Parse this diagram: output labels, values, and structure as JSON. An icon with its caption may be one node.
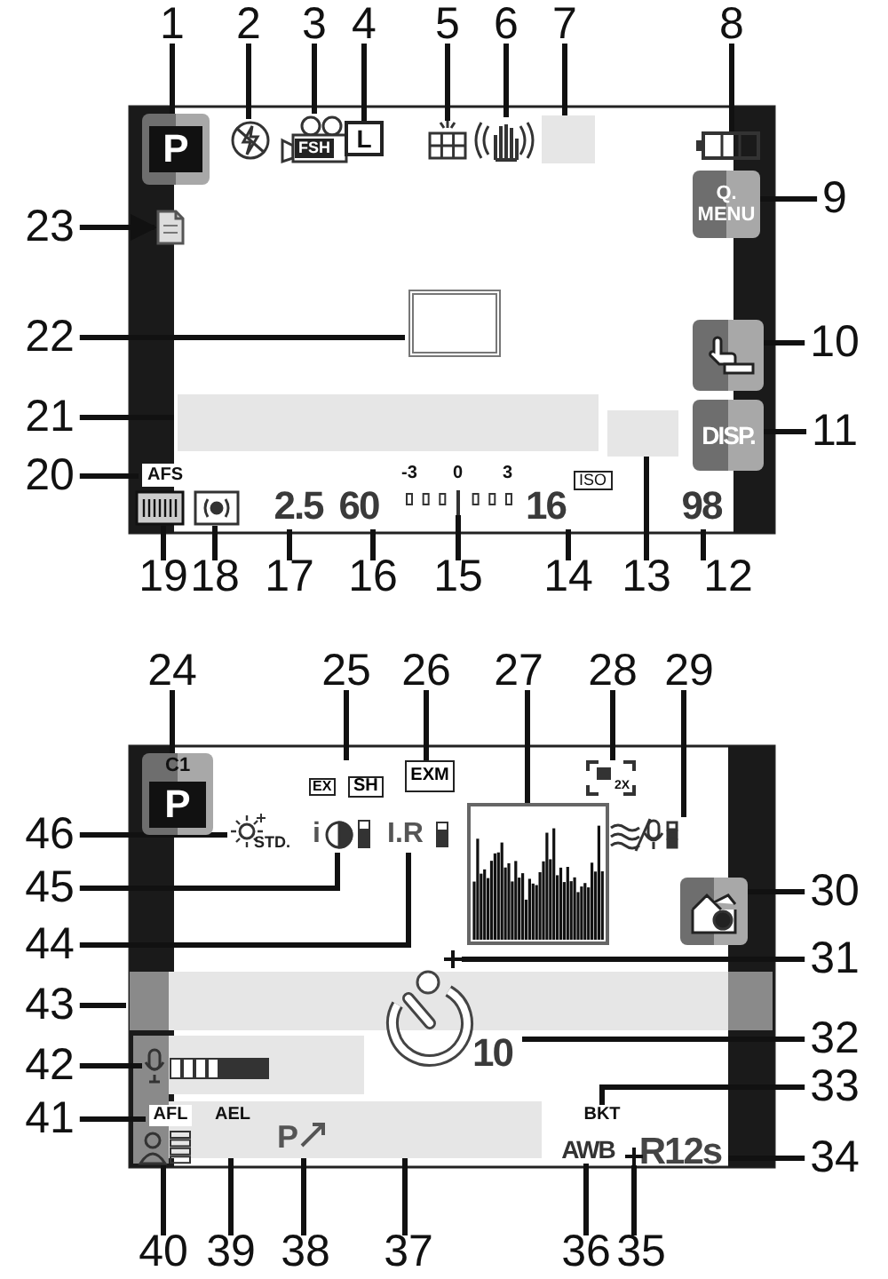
{
  "diagram": {
    "nodes": [
      {
        "text": [
          "1"
        ]
      },
      {
        "text": [
          "2"
        ]
      },
      {
        "text": [
          "3"
        ]
      },
      {
        "text": [
          "4"
        ]
      },
      {
        "text": [
          "5"
        ]
      },
      {
        "text": [
          "6"
        ]
      },
      {
        "text": [
          "7"
        ]
      },
      {
        "text": [
          "8"
        ]
      },
      {
        "text": [
          "9"
        ]
      },
      {
        "text": [
          "10"
        ]
      },
      {
        "text": [
          "11"
        ]
      },
      {
        "text": [
          "12"
        ]
      },
      {
        "text": [
          "13"
        ]
      },
      {
        "text": [
          "14"
        ]
      },
      {
        "text": [
          "15"
        ]
      },
      {
        "text": [
          "16"
        ]
      },
      {
        "text": [
          "17"
        ]
      },
      {
        "text": [
          "18"
        ]
      },
      {
        "text": [
          "19"
        ]
      },
      {
        "text": [
          "20"
        ]
      },
      {
        "text": [
          "21"
        ]
      },
      {
        "text": [
          "22"
        ]
      },
      {
        "text": [
          "23"
        ]
      },
      {
        "text": [
          "24"
        ]
      },
      {
        "text": [
          "25"
        ]
      },
      {
        "text": [
          "26"
        ]
      },
      {
        "text": [
          "27"
        ]
      },
      {
        "text": [
          "28"
        ]
      },
      {
        "text": [
          "29"
        ]
      },
      {
        "text": [
          "30"
        ]
      },
      {
        "text": [
          "31"
        ]
      },
      {
        "text": [
          "32"
        ]
      },
      {
        "text": [
          "33"
        ]
      },
      {
        "text": [
          "34"
        ]
      },
      {
        "text": [
          "35"
        ]
      },
      {
        "text": [
          "36"
        ]
      },
      {
        "text": [
          "37"
        ]
      },
      {
        "text": [
          "38"
        ]
      },
      {
        "text": [
          "39"
        ]
      },
      {
        "text": [
          "40"
        ]
      },
      {
        "text": [
          "41"
        ]
      },
      {
        "text": [
          "42"
        ]
      },
      {
        "text": [
          "43"
        ]
      },
      {
        "text": [
          "44"
        ]
      },
      {
        "text": [
          "45"
        ]
      },
      {
        "text": [
          "46"
        ]
      },
      {
        "text": [
          "P"
        ]
      },
      {
        "text": [],
        "shape": "icon"
      },
      {
        "text": [
          "FSH"
        ]
      },
      {
        "text": [
          "L"
        ]
      },
      {
        "text": [],
        "shape": "grid"
      },
      {
        "text": [],
        "shape": "icon"
      },
      {
        "text": [],
        "shape": "box"
      },
      {
        "text": [],
        "shape": "icon"
      },
      {
        "text": [
          "Q. MENU"
        ]
      },
      {
        "text": [],
        "shape": "icon"
      },
      {
        "text": [
          "DISP."
        ]
      },
      {
        "text": [
          "98"
        ]
      },
      {
        "text": [],
        "shape": "box"
      },
      {
        "text": [
          "16",
          "ISO"
        ]
      },
      {
        "text": [
          "-3",
          "0",
          "3"
        ]
      },
      {
        "text": [
          "60"
        ]
      },
      {
        "text": [
          "2.5"
        ]
      },
      {
        "text": [],
        "shape": "icon"
      },
      {
        "text": [],
        "shape": "icon"
      },
      {
        "text": [
          "AFS"
        ]
      },
      {
        "text": [],
        "shape": "box"
      },
      {
        "text": [],
        "shape": "box"
      },
      {
        "text": [],
        "shape": "card"
      },
      {
        "text": [
          "C1",
          "P"
        ]
      },
      {
        "text": [
          "EX",
          "SH"
        ]
      },
      {
        "text": [
          "EXM"
        ]
      },
      {
        "text": [],
        "shape": "box"
      },
      {
        "text": [
          "2X"
        ]
      },
      {
        "text": [],
        "shape": "icon"
      },
      {
        "text": [],
        "shape": "icon"
      },
      {
        "text": [],
        "shape": "icon"
      },
      {
        "text": [
          "10"
        ]
      },
      {
        "text": [
          "BKT"
        ]
      },
      {
        "text": [
          "R12s"
        ]
      },
      {
        "text": [],
        "shape": "icon"
      },
      {
        "text": [
          "AWB"
        ]
      },
      {
        "text": [],
        "shape": "box"
      },
      {
        "text": [
          "P"
        ],
        "in": 82
      },
      {
        "text": [
          "AEL"
        ],
        "in": 82
      },
      {
        "text": [],
        "shape": "icon"
      },
      {
        "text": [
          "AFL"
        ]
      },
      {
        "text": [],
        "shape": "icon"
      },
      {
        "text": [],
        "shape": "box"
      },
      {
        "text": [
          "I.R"
        ]
      },
      {
        "text": [
          "i"
        ]
      },
      {
        "text": [
          "STD."
        ]
      }
    ],
    "edges": [
      {
        "from": 0,
        "to": 46,
        "arrow": "none"
      },
      {
        "from": 1,
        "to": 47,
        "arrow": "none"
      },
      {
        "from": 2,
        "to": 48,
        "arrow": "none"
      },
      {
        "from": 3,
        "to": 49,
        "arrow": "none"
      },
      {
        "from": 4,
        "to": 50,
        "arrow": "none"
      },
      {
        "from": 5,
        "to": 51,
        "arrow": "none"
      },
      {
        "from": 6,
        "to": 52,
        "arrow": "none"
      },
      {
        "from": 7,
        "to": 53,
        "arrow": "none"
      },
      {
        "from": 8,
        "to": 54,
        "arrow": "none"
      },
      {
        "from": 9,
        "to": 55,
        "arrow": "none"
      },
      {
        "from": 10,
        "to": 56,
        "arrow": "none"
      },
      {
        "from": 11,
        "to": 57,
        "arrow": "none"
      },
      {
        "from": 12,
        "to": 58,
        "arrow": "none"
      },
      {
        "from": 13,
        "to": 59,
        "arrow": "none"
      },
      {
        "from": 14,
        "to": 60,
        "arrow": "none"
      },
      {
        "from": 15,
        "to": 61,
        "arrow": "none"
      },
      {
        "from": 16,
        "to": 62,
        "arrow": "none"
      },
      {
        "from": 17,
        "to": 63,
        "arrow": "none"
      },
      {
        "from": 18,
        "to": 64,
        "arrow": "none"
      },
      {
        "from": 19,
        "to": 65,
        "arrow": "none"
      },
      {
        "from": 20,
        "to": 66,
        "arrow": "none"
      },
      {
        "from": 21,
        "to": 67,
        "arrow": "none"
      },
      {
        "from": 22,
        "to": 68,
        "arrow": "to"
      },
      {
        "from": 23,
        "to": 69,
        "arrow": "none"
      },
      {
        "from": 24,
        "to": 70,
        "arrow": "none"
      },
      {
        "from": 25,
        "to": 71,
        "arrow": "none"
      },
      {
        "from": 26,
        "to": 72,
        "arrow": "none"
      },
      {
        "from": 27,
        "to": 73,
        "arrow": "none"
      },
      {
        "from": 28,
        "to": 74,
        "arrow": "none"
      },
      {
        "from": 29,
        "to": 75,
        "arrow": "none"
      },
      {
        "from": 30,
        "to": 76,
        "arrow": "none"
      },
      {
        "from": 31,
        "to": 77,
        "arrow": "none"
      },
      {
        "from": 32,
        "to": 78,
        "arrow": "none"
      },
      {
        "from": 33,
        "to": 79,
        "arrow": "none"
      },
      {
        "from": 34,
        "to": 80,
        "arrow": "none"
      },
      {
        "from": 35,
        "to": 81,
        "arrow": "none"
      },
      {
        "from": 36,
        "to": 82,
        "arrow": "none"
      },
      {
        "from": 37,
        "to": 83,
        "arrow": "none"
      },
      {
        "from": 38,
        "to": 84,
        "arrow": "none"
      },
      {
        "from": 39,
        "to": 85,
        "arrow": "none"
      },
      {
        "from": 40,
        "to": 86,
        "arrow": "none"
      },
      {
        "from": 41,
        "to": 87,
        "arrow": "none"
      },
      {
        "from": 42,
        "to": 88,
        "arrow": "none"
      },
      {
        "from": 43,
        "to": 89,
        "arrow": "none"
      },
      {
        "from": 44,
        "to": 90,
        "arrow": "none"
      },
      {
        "from": 45,
        "to": 91,
        "arrow": "none"
      }
    ]
  }
}
